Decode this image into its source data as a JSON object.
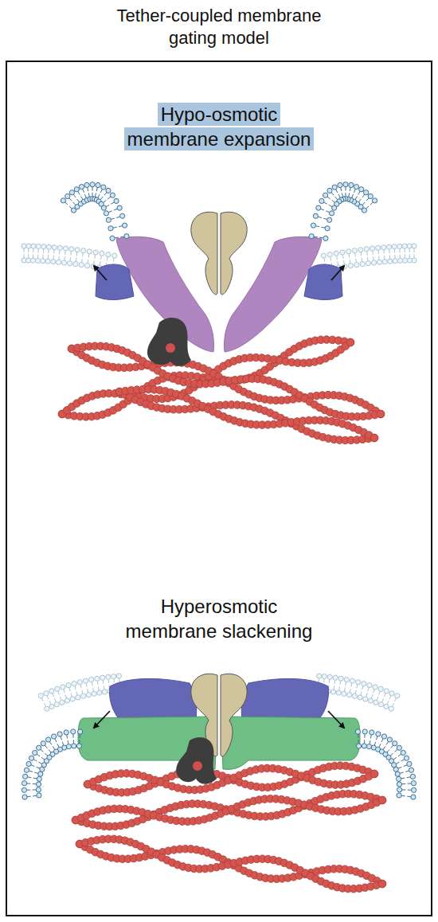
{
  "diagram": {
    "title": "Tether-coupled membrane gating model",
    "labels": [
      "Hypo-osmotic membrane expansion",
      "Hyperosmotic membrane slackening"
    ]
  }
}
